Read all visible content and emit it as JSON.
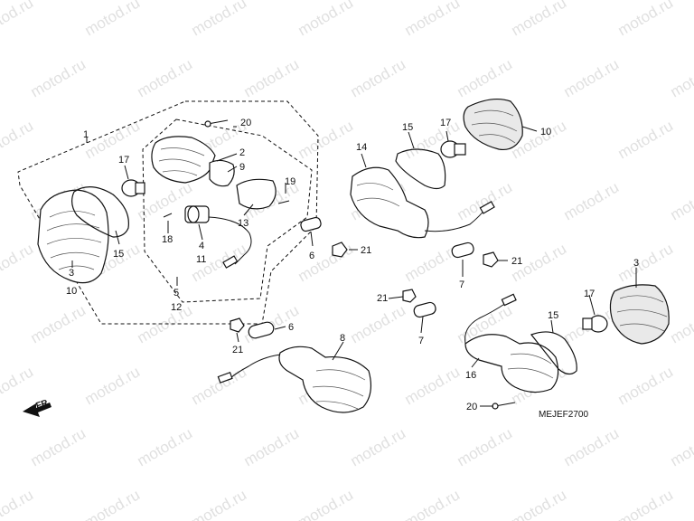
{
  "watermark": "motod.ru",
  "diagram_code": "MEJEF2700",
  "direction_label": "FR.",
  "callouts": {
    "c1": "1",
    "c2": "2",
    "c9": "9",
    "c17a": "17",
    "c20a": "20",
    "c19": "19",
    "c13": "13",
    "c18": "18",
    "c4": "4",
    "c11": "11",
    "c5": "5",
    "c12": "12",
    "c3a": "3",
    "c10a": "10",
    "c15a": "15",
    "c6a": "6",
    "c14": "14",
    "c15b": "15",
    "c17b": "17",
    "c10b": "10",
    "c21a": "21",
    "c7a": "7",
    "c21b": "21",
    "c21c": "21",
    "c7b": "7",
    "c3b": "3",
    "c15c": "15",
    "c17c": "17",
    "c16": "16",
    "c20b": "20",
    "c8": "8",
    "c6b": "6",
    "c21d": "21"
  }
}
